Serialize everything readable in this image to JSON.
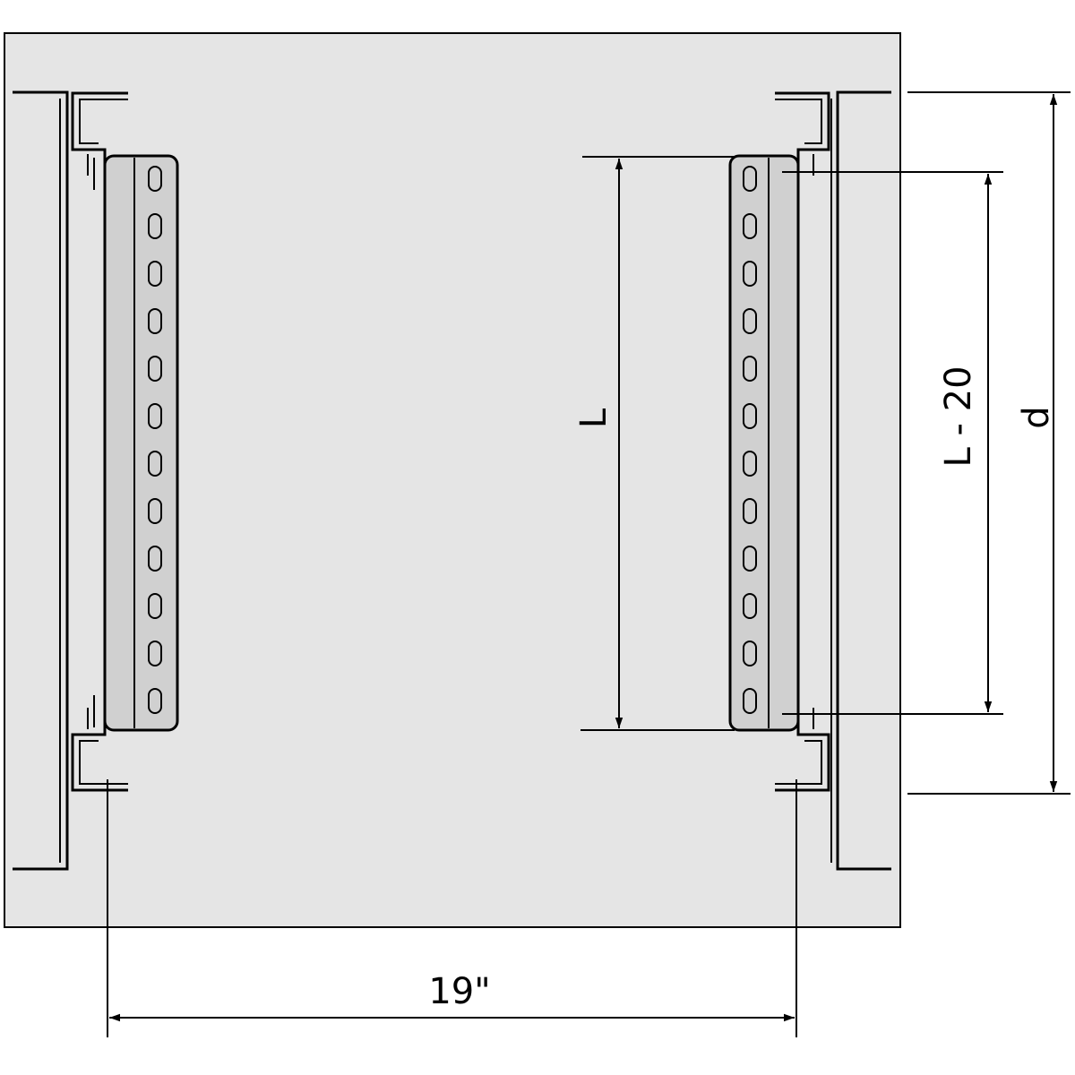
{
  "labels": {
    "width": "19\"",
    "length": "L",
    "length_minus": "L - 20",
    "depth": "d"
  },
  "colors": {
    "panel": "#e5e5e5",
    "rail": "#d0d0d0",
    "line": "#000000",
    "background": "#ffffff"
  },
  "rail_slot_count": 12
}
